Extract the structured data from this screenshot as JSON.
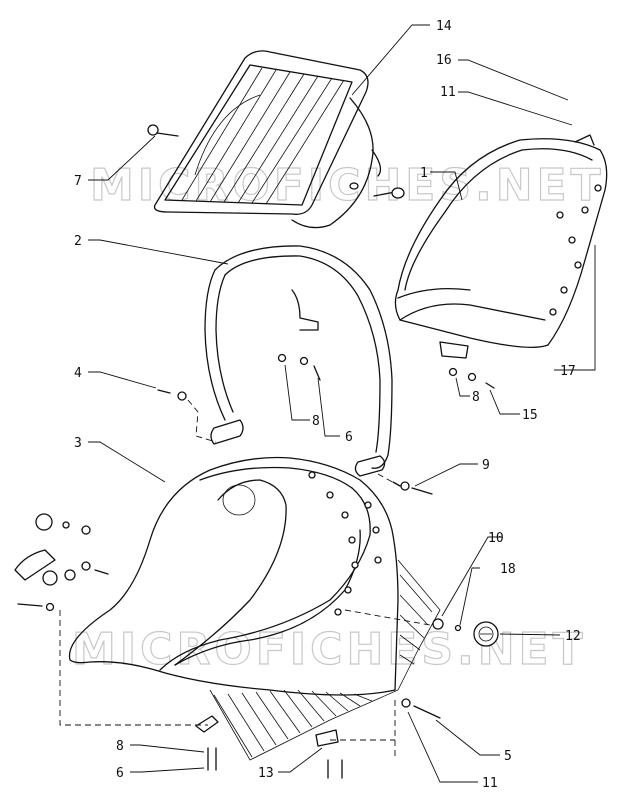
{
  "watermark": "MICROFICHES.NET",
  "callouts": {
    "c14": "14",
    "c16": "16",
    "c11a": "11",
    "c7": "7",
    "c1": "1",
    "c2": "2",
    "c17": "17",
    "c4": "4",
    "c8a": "8",
    "c6a": "6",
    "c8b": "8",
    "c15": "15",
    "c3": "3",
    "c9": "9",
    "c10": "10",
    "c18": "18",
    "c12": "12",
    "c8c": "8",
    "c6b": "6",
    "c13": "13",
    "c5": "5",
    "c11b": "11"
  }
}
